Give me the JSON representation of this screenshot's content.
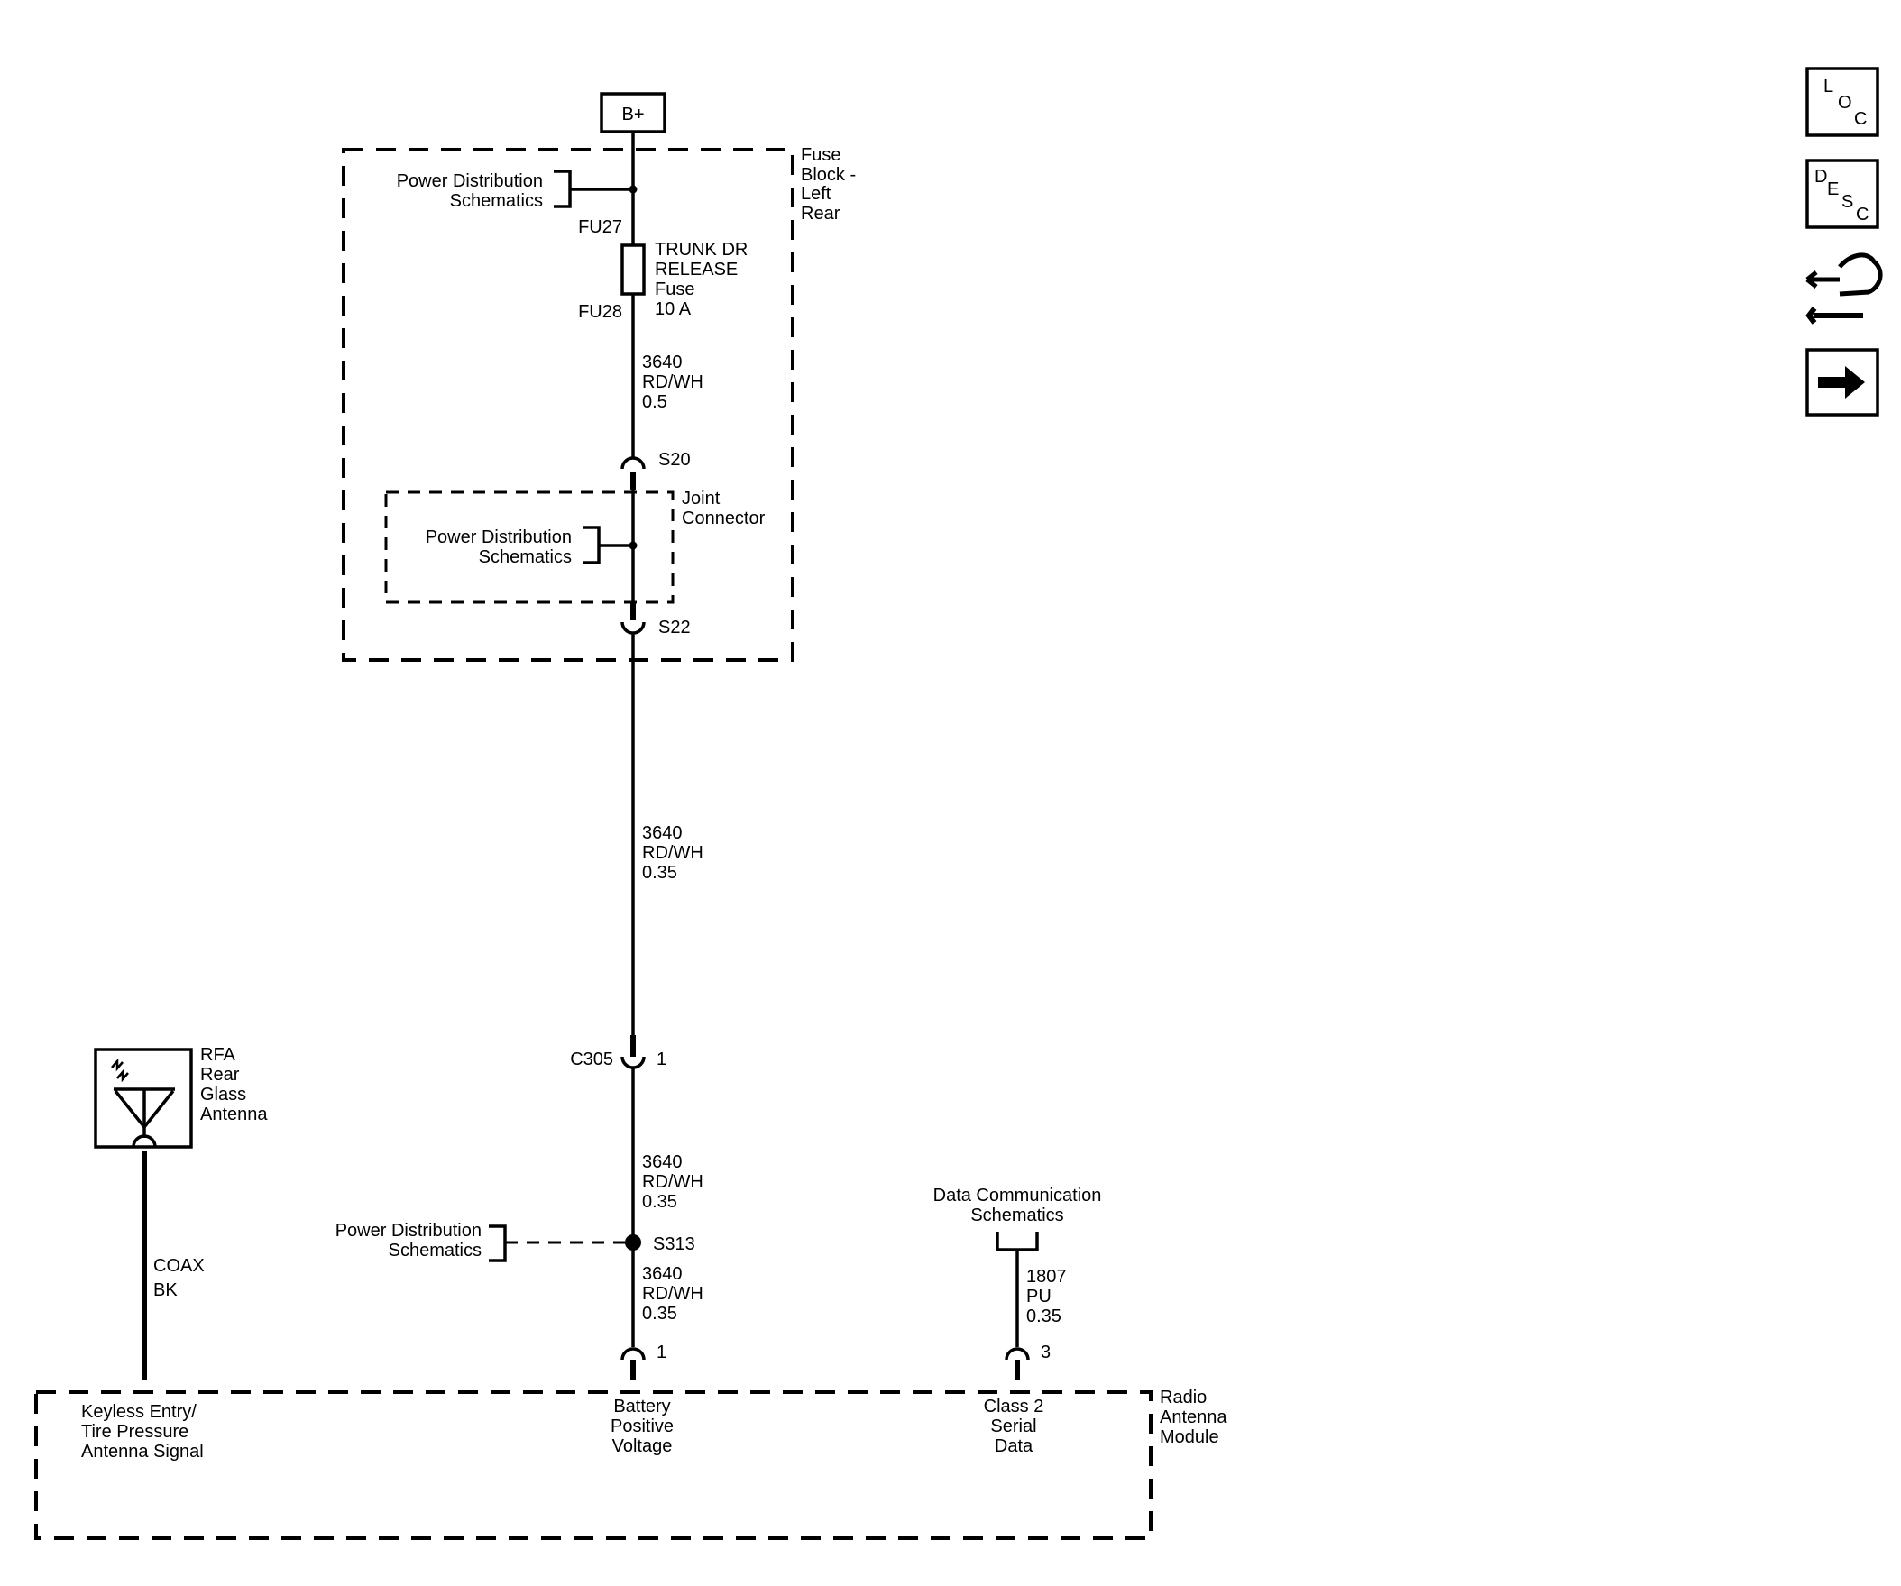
{
  "power": {
    "bplus": "B+"
  },
  "fuse_block": {
    "name_lines": [
      "Fuse",
      "Block -",
      "Left",
      "Rear"
    ],
    "power_dist_top": [
      "Power Distribution",
      "Schematics"
    ],
    "fu27": "FU27",
    "fu28": "FU28",
    "fuse_lines": [
      "TRUNK DR",
      "RELEASE",
      "Fuse",
      "10 A"
    ],
    "wire1": [
      "3640",
      "RD/WH",
      "0.5"
    ],
    "s20": "S20",
    "s22": "S22",
    "joint_lines": [
      "Joint",
      "Connector"
    ],
    "power_dist_joint": [
      "Power Distribution",
      "Schematics"
    ]
  },
  "wire2": [
    "3640",
    "RD/WH",
    "0.35"
  ],
  "c305": {
    "name": "C305",
    "pin": "1"
  },
  "wire3": [
    "3640",
    "RD/WH",
    "0.35"
  ],
  "s313": {
    "name": "S313",
    "power_dist": [
      "Power Distribution",
      "Schematics"
    ]
  },
  "wire4": [
    "3640",
    "RD/WH",
    "0.35"
  ],
  "antenna": {
    "name_lines": [
      "RFA",
      "Rear",
      "Glass",
      "Antenna"
    ],
    "coax": "COAX",
    "color": "BK"
  },
  "data_comm": {
    "lines": [
      "Data Communication",
      "Schematics"
    ],
    "wire": [
      "1807",
      "PU",
      "0.35"
    ],
    "pin": "3"
  },
  "module": {
    "name_lines": [
      "Radio",
      "Antenna",
      "Module"
    ],
    "pin_batt": "1",
    "keyless": [
      "Keyless Entry/",
      "Tire Pressure",
      "Antenna Signal"
    ],
    "battery": [
      "Battery",
      "Positive",
      "Voltage"
    ],
    "class2": [
      "Class 2",
      "Serial",
      "Data"
    ]
  },
  "side_icons": {
    "loc": {
      "letters": [
        "L",
        "O",
        "C"
      ],
      "icon": "loc-icon"
    },
    "desc": {
      "letters": [
        "D",
        "E",
        "S",
        "C"
      ],
      "icon": "desc-icon"
    },
    "repair": {
      "icon": "repair-hand-wrench-icon"
    },
    "next": {
      "icon": "arrow-right-icon"
    }
  }
}
